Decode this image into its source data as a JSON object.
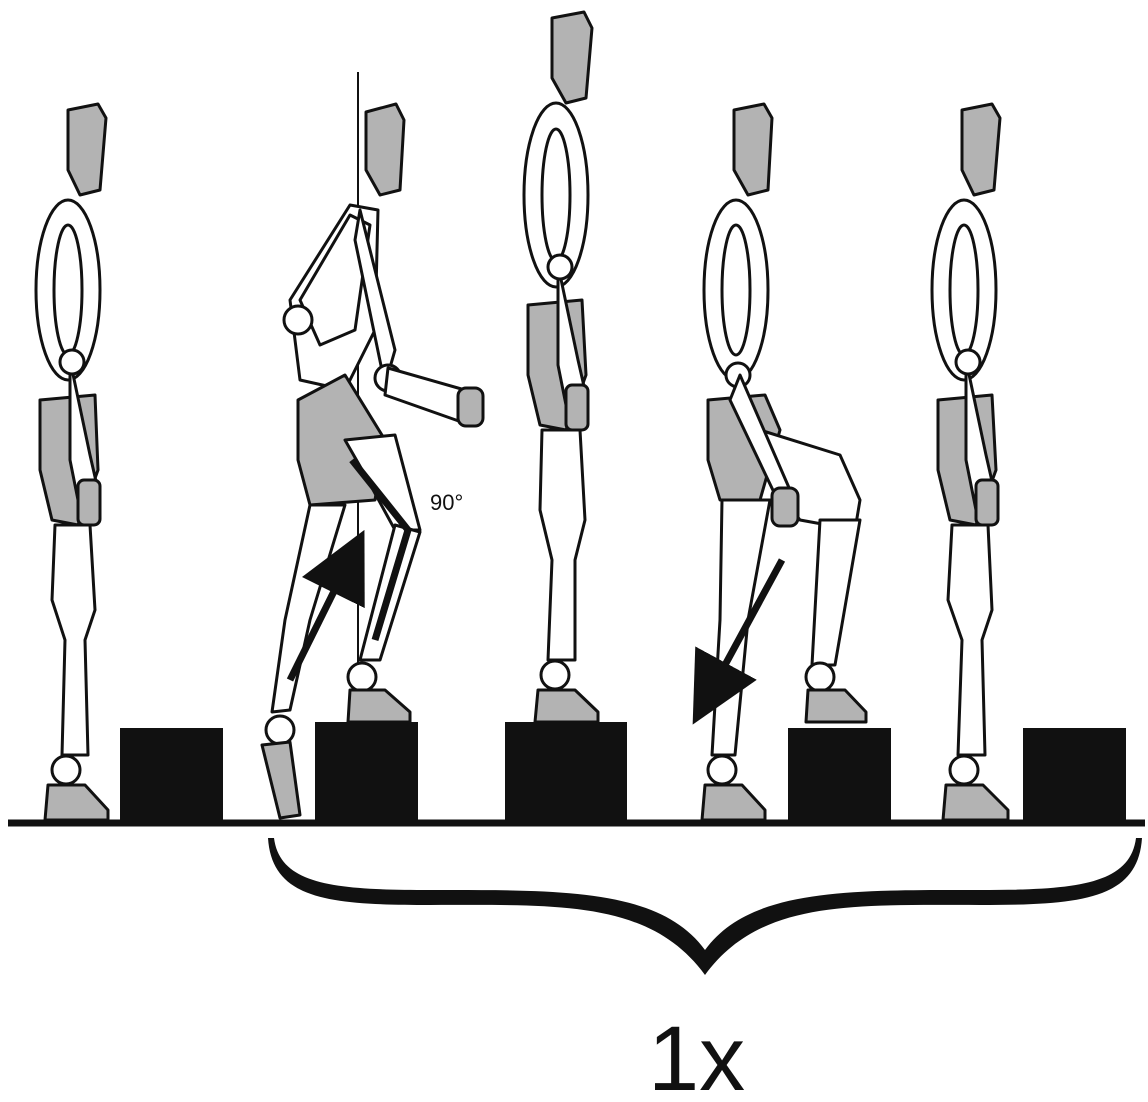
{
  "diagram": {
    "labels": {
      "knee_angle": "90°",
      "repetition": "1x"
    },
    "figures": [
      {
        "step": 1,
        "pose": "standing-on-floor"
      },
      {
        "step": 2,
        "pose": "stepping-up"
      },
      {
        "step": 3,
        "pose": "standing-on-step"
      },
      {
        "step": 4,
        "pose": "stepping-down"
      },
      {
        "step": 5,
        "pose": "standing-on-floor"
      }
    ],
    "colors": {
      "line": "#111111",
      "fill_light": "#ffffff",
      "fill_gray": "#b3b3b3",
      "step_block": "#111111"
    }
  }
}
